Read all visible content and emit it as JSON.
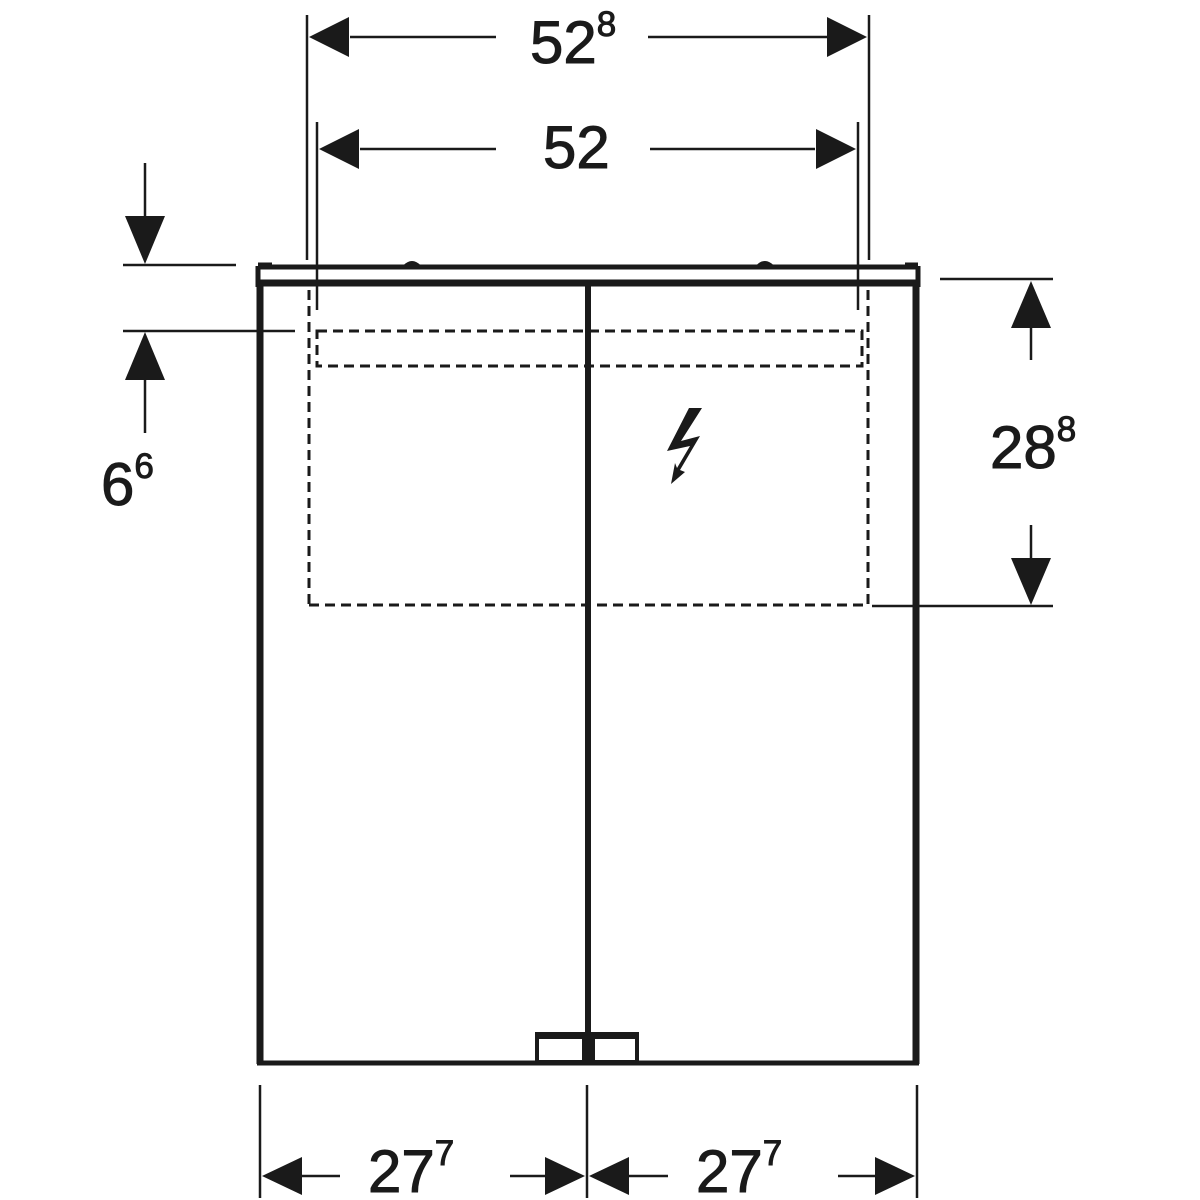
{
  "drawing": {
    "type": "technical dimension drawing",
    "subject": "two-door mirror cabinet front view",
    "line_color": "#1a1a1a",
    "background": "#ffffff"
  },
  "dimensions": {
    "overall_width": {
      "main": "52",
      "sup": "8"
    },
    "inner_width": {
      "main": "52",
      "sup": ""
    },
    "top_offset": {
      "main": "6",
      "sup": "6"
    },
    "electrical_zone_height": {
      "main": "28",
      "sup": "8"
    },
    "left_door_width": {
      "main": "27",
      "sup": "7"
    },
    "right_door_width": {
      "main": "27",
      "sup": "7"
    }
  },
  "symbols": {
    "electrical": "lightning-bolt-icon"
  }
}
